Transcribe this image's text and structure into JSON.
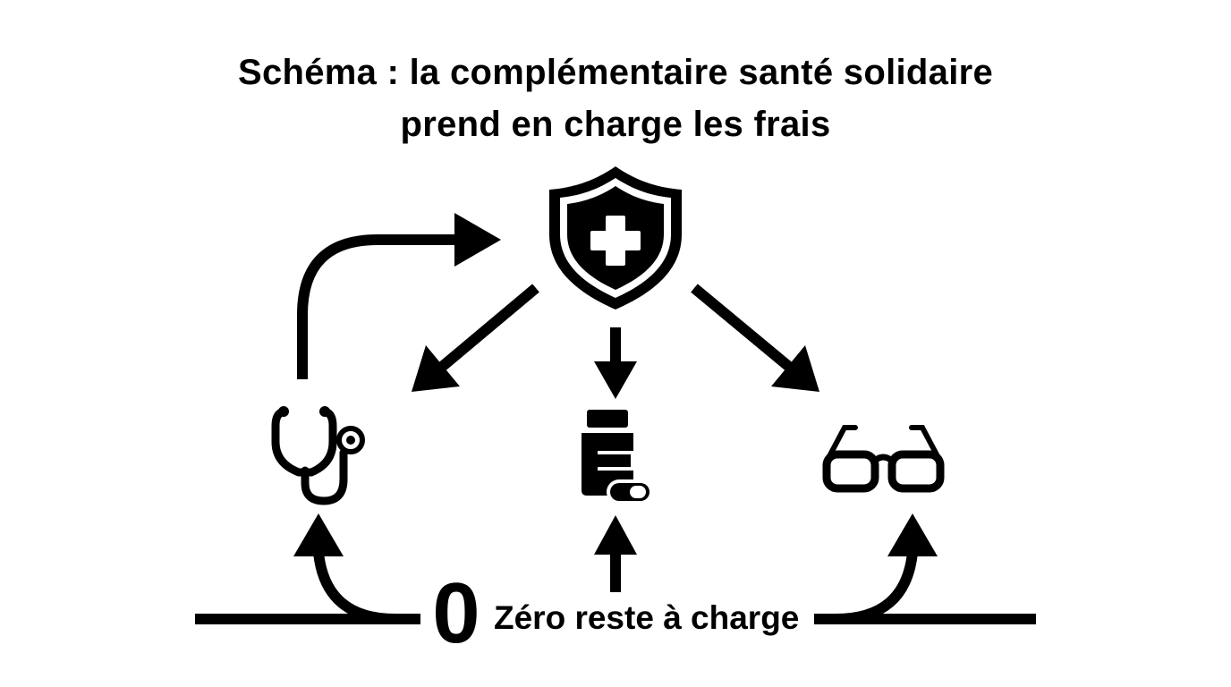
{
  "title": {
    "line1": "Schéma : la complémentaire santé solidaire",
    "line2": "prend en charge les frais"
  },
  "center": {
    "icon": "shield-cross-icon"
  },
  "items": [
    {
      "icon": "stethoscope-icon"
    },
    {
      "icon": "medication-bottle-icon"
    },
    {
      "icon": "glasses-icon"
    }
  ],
  "footer": {
    "zero_digit": "0",
    "zero_label": "Zéro reste à charge"
  },
  "colors": {
    "ink": "#000000",
    "background": "#ffffff"
  }
}
